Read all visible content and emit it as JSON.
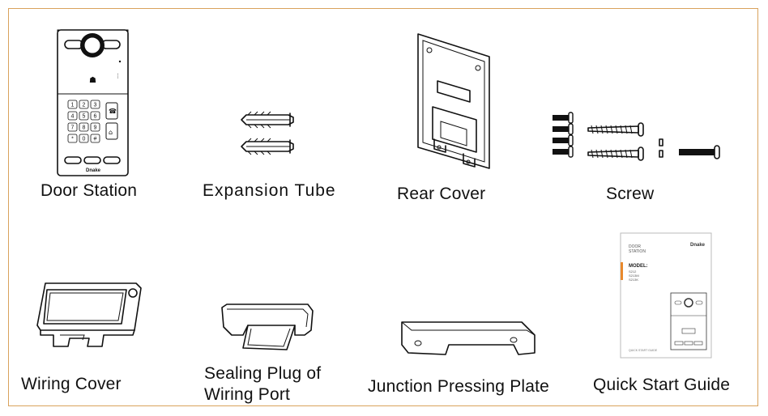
{
  "items": [
    {
      "label": "Door Station",
      "icon": "door-station"
    },
    {
      "label": "Expansion Tube",
      "icon": "expansion-tube"
    },
    {
      "label": "Rear Cover",
      "icon": "rear-cover"
    },
    {
      "label": "Screw",
      "icon": "screw"
    },
    {
      "label": "Wiring Cover",
      "icon": "wiring-cover"
    },
    {
      "label": "Sealing Plug of\nWiring Port",
      "label_line1": "Sealing Plug of",
      "label_line2": "Wiring Port",
      "icon": "sealing-plug"
    },
    {
      "label": "Junction Pressing Plate",
      "icon": "junction-plate"
    },
    {
      "label": "Quick Start Guide",
      "icon": "quick-start-guide"
    }
  ],
  "keypad_keys": [
    "1",
    "2",
    "3",
    "4",
    "5",
    "6",
    "7",
    "8",
    "9",
    "*",
    "0",
    "#"
  ],
  "guide": {
    "brand": "Dnake",
    "heading_line1": "DOOR",
    "heading_line2": "STATION",
    "model_label": "MODEL:",
    "models": [
      "S212",
      "S213M",
      "S213K"
    ],
    "footer": "QUICK START GUIDE"
  },
  "colors": {
    "border": "#d9a25c",
    "text": "#111111",
    "guide_accent": "#e8892c"
  }
}
